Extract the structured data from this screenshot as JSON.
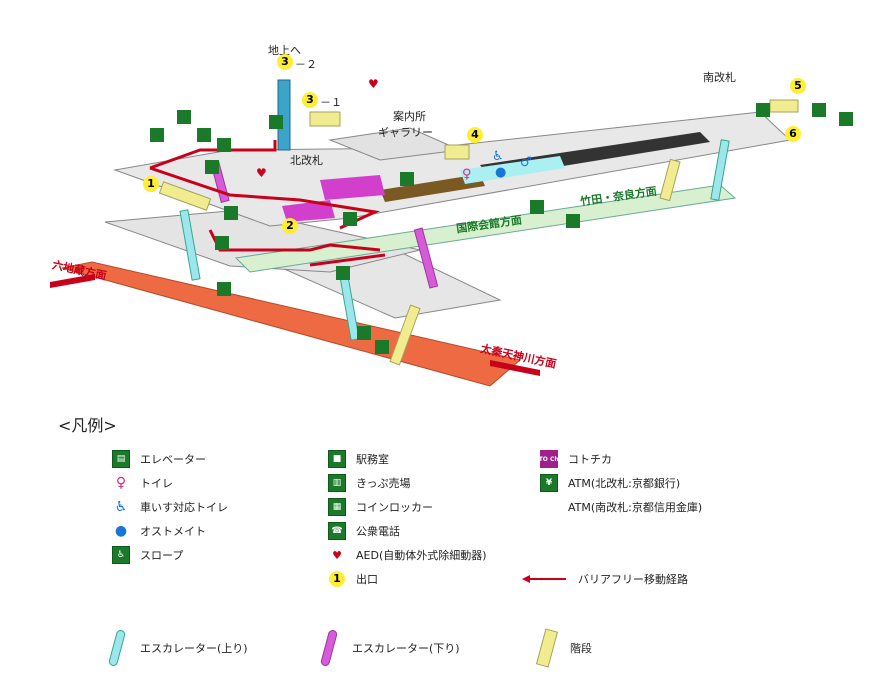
{
  "map": {
    "labels": {
      "to_ground": "地上へ",
      "north_gate": "北改札",
      "info": "案内所",
      "gallery": "ギャラリー",
      "south_gate": "南改札",
      "dir_rokujizo": "六地蔵方面",
      "dir_uzumasa": "太秦天神川方面",
      "dir_kokusai": "国際会館方面",
      "dir_takeda": "竹田・奈良方面",
      "exit_3_2": "－２",
      "exit_3_1": "－１"
    },
    "exits": [
      "1",
      "2",
      "3",
      "3",
      "4",
      "5",
      "6"
    ]
  },
  "legend": {
    "title": "<凡例>",
    "items": [
      {
        "label": "エレベーター",
        "icon": "elevator-icon"
      },
      {
        "label": "トイレ",
        "icon": "toilet-icon"
      },
      {
        "label": "車いす対応トイレ",
        "icon": "wheelchair-toilet-icon"
      },
      {
        "label": "オストメイト",
        "icon": "ostomate-icon"
      },
      {
        "label": "スロープ",
        "icon": "slope-icon"
      },
      {
        "label": "駅務室",
        "icon": "station-office-icon"
      },
      {
        "label": "きっぷ売場",
        "icon": "ticket-counter-icon"
      },
      {
        "label": "コインロッカー",
        "icon": "coin-locker-icon"
      },
      {
        "label": "公衆電話",
        "icon": "public-phone-icon"
      },
      {
        "label": "AED(自動体外式除細動器)",
        "icon": "aed-icon"
      },
      {
        "label": "出口",
        "icon": "exit-number-icon",
        "exit_sample": "1"
      },
      {
        "label": "コトチカ",
        "icon": "kotochika-icon",
        "icon_text": "KOTO Chika"
      },
      {
        "label": "ATM(北改札:京都銀行)",
        "icon": "atm-icon"
      },
      {
        "label": "ATM(南改札:京都信用金庫)",
        "icon": "none"
      },
      {
        "label": "バリアフリー移動経路",
        "icon": "barrier-free-route-icon"
      },
      {
        "label": "エスカレーター(上り)",
        "icon": "escalator-up-icon"
      },
      {
        "label": "エスカレーター(下り)",
        "icon": "escalator-down-icon"
      },
      {
        "label": "階段",
        "icon": "stairs-icon"
      }
    ]
  },
  "colors": {
    "accent_green": "#1a7a2a",
    "route_red": "#c8001a",
    "karasuma_track": "#ee6a42",
    "tozai_track": "#333333",
    "exit_yellow": "#ffee33",
    "kotochika_purple": "#a0208c"
  }
}
